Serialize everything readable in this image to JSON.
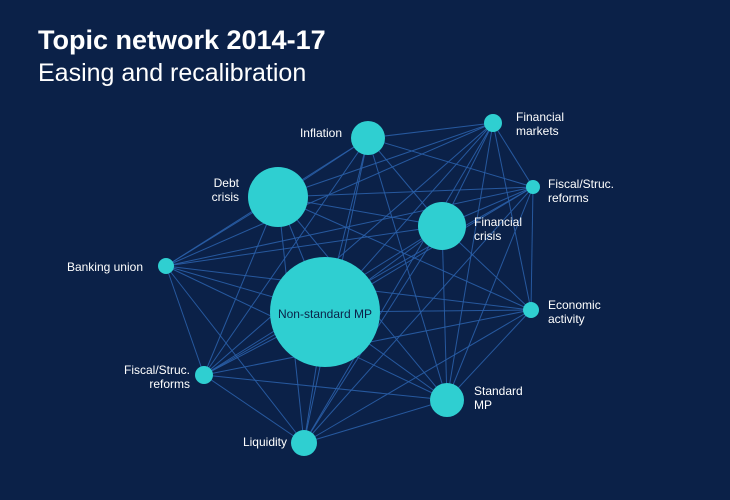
{
  "header": {
    "title": "Topic network 2014-17",
    "subtitle": "Easing and recalibration"
  },
  "colors": {
    "background": "#0b2148",
    "node": "#2fcfd1",
    "edge": "#2a5fa8",
    "label": "#ffffff"
  },
  "nodes": [
    {
      "id": "inflation",
      "label": "Inflation"
    },
    {
      "id": "financial-markets",
      "label": "Financial markets"
    },
    {
      "id": "debt-crisis",
      "label": "Debt crisis"
    },
    {
      "id": "fiscal-reforms-right",
      "label": "Fiscal/Struc. reforms"
    },
    {
      "id": "financial-crisis",
      "label": "Financial crisis"
    },
    {
      "id": "banking-union",
      "label": "Banking union"
    },
    {
      "id": "non-standard-mp",
      "label": "Non-standard MP"
    },
    {
      "id": "economic-activity",
      "label": "Economic activity"
    },
    {
      "id": "fiscal-reforms-left",
      "label": "Fiscal/Struc. reforms"
    },
    {
      "id": "standard-mp",
      "label": "Standard MP"
    },
    {
      "id": "liquidity",
      "label": "Liquidity"
    }
  ],
  "edges": [
    [
      "inflation",
      "financial-markets"
    ],
    [
      "inflation",
      "fiscal-reforms-right"
    ],
    [
      "inflation",
      "financial-crisis"
    ],
    [
      "inflation",
      "banking-union"
    ],
    [
      "inflation",
      "non-standard-mp"
    ],
    [
      "inflation",
      "standard-mp"
    ],
    [
      "inflation",
      "liquidity"
    ],
    [
      "inflation",
      "debt-crisis"
    ],
    [
      "inflation",
      "fiscal-reforms-left"
    ],
    [
      "financial-markets",
      "fiscal-reforms-right"
    ],
    [
      "financial-markets",
      "debt-crisis"
    ],
    [
      "financial-markets",
      "financial-crisis"
    ],
    [
      "financial-markets",
      "non-standard-mp"
    ],
    [
      "financial-markets",
      "banking-union"
    ],
    [
      "financial-markets",
      "standard-mp"
    ],
    [
      "financial-markets",
      "liquidity"
    ],
    [
      "financial-markets",
      "economic-activity"
    ],
    [
      "financial-markets",
      "fiscal-reforms-left"
    ],
    [
      "debt-crisis",
      "fiscal-reforms-right"
    ],
    [
      "debt-crisis",
      "financial-crisis"
    ],
    [
      "debt-crisis",
      "banking-union"
    ],
    [
      "debt-crisis",
      "non-standard-mp"
    ],
    [
      "debt-crisis",
      "economic-activity"
    ],
    [
      "debt-crisis",
      "standard-mp"
    ],
    [
      "debt-crisis",
      "fiscal-reforms-left"
    ],
    [
      "debt-crisis",
      "liquidity"
    ],
    [
      "fiscal-reforms-right",
      "financial-crisis"
    ],
    [
      "fiscal-reforms-right",
      "banking-union"
    ],
    [
      "fiscal-reforms-right",
      "non-standard-mp"
    ],
    [
      "fiscal-reforms-right",
      "economic-activity"
    ],
    [
      "fiscal-reforms-right",
      "standard-mp"
    ],
    [
      "fiscal-reforms-right",
      "fiscal-reforms-left"
    ],
    [
      "fiscal-reforms-right",
      "liquidity"
    ],
    [
      "financial-crisis",
      "banking-union"
    ],
    [
      "financial-crisis",
      "non-standard-mp"
    ],
    [
      "financial-crisis",
      "economic-activity"
    ],
    [
      "financial-crisis",
      "standard-mp"
    ],
    [
      "financial-crisis",
      "fiscal-reforms-left"
    ],
    [
      "financial-crisis",
      "liquidity"
    ],
    [
      "banking-union",
      "non-standard-mp"
    ],
    [
      "banking-union",
      "economic-activity"
    ],
    [
      "banking-union",
      "fiscal-reforms-left"
    ],
    [
      "banking-union",
      "standard-mp"
    ],
    [
      "banking-union",
      "liquidity"
    ],
    [
      "non-standard-mp",
      "economic-activity"
    ],
    [
      "non-standard-mp",
      "standard-mp"
    ],
    [
      "non-standard-mp",
      "fiscal-reforms-left"
    ],
    [
      "non-standard-mp",
      "liquidity"
    ],
    [
      "economic-activity",
      "standard-mp"
    ],
    [
      "economic-activity",
      "fiscal-reforms-left"
    ],
    [
      "economic-activity",
      "liquidity"
    ],
    [
      "fiscal-reforms-left",
      "standard-mp"
    ],
    [
      "fiscal-reforms-left",
      "liquidity"
    ],
    [
      "standard-mp",
      "liquidity"
    ]
  ]
}
